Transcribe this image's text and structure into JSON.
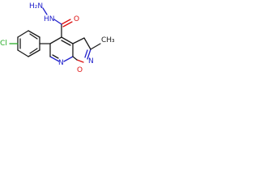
{
  "molecule": {
    "labels": {
      "hydrazide_nh2": "H₂N",
      "hydrazide_nh": "HN",
      "carbonyl_o": "O",
      "methyl": "CH₃",
      "pyridine_n": "N",
      "isoxazole_o": "O",
      "isoxazole_n": "N",
      "chlorine": "Cl"
    },
    "colors": {
      "carbon": "#1a1a1a",
      "nitrogen": "#2222cc",
      "oxygen": "#dd1111",
      "chlorine": "#22aa22"
    }
  }
}
